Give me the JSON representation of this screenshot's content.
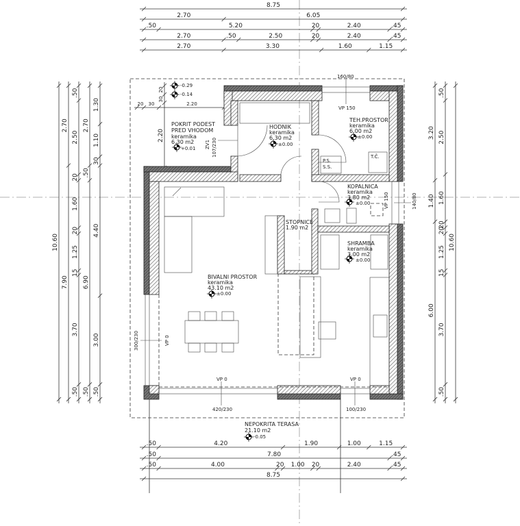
{
  "dimensions": {
    "top": [
      [
        "8.75"
      ],
      [
        "2.70",
        "6.05"
      ],
      [
        ".50",
        "5.20",
        "20",
        "2.40",
        ".45"
      ],
      [
        "2.70",
        ".50",
        "2.50",
        "20",
        "2.40",
        ".45"
      ],
      [
        "2.70",
        "3.30",
        "1.60",
        "1.15"
      ]
    ],
    "bottom": [
      [
        ".50",
        "4.20",
        "1.90",
        "1.00",
        "1.15"
      ],
      [
        ".50",
        "7.80",
        ".45"
      ],
      [
        ".50",
        "4.00",
        "20",
        "1.00",
        "20",
        "2.40",
        ".45"
      ],
      [
        "8.75"
      ]
    ],
    "left": [
      [
        "10.60"
      ],
      [
        "2.70",
        "7.90"
      ],
      [
        ".50",
        "2.50",
        "20",
        "1.60",
        "20",
        "1.25",
        "15",
        "3.70",
        ".50"
      ],
      [
        "2.70",
        ".50",
        "6.90",
        ".50"
      ],
      [
        "1.30",
        "1.10",
        "30",
        "4.40",
        "3.00",
        ".50"
      ]
    ],
    "right": [
      [
        "3.20",
        "1.40",
        "6.00"
      ],
      [
        ".50",
        "2.50",
        "1.60",
        "20",
        "20",
        "1.25",
        "15",
        "3.70",
        ".50"
      ],
      [
        "10.60"
      ]
    ],
    "porch_dims": [
      "20",
      "30",
      "2.20",
      "2.20",
      "30",
      "20"
    ]
  },
  "rooms": {
    "porch": {
      "name1": "POKRIT PODEST",
      "name2": "PRED VHODOM",
      "floor": "keramika",
      "area": "6.30 m2",
      "level": "+0.01"
    },
    "hall": {
      "name": "HODNIK",
      "floor": "keramika",
      "area": "6.30 m2",
      "level": "±0.00"
    },
    "tech": {
      "name": "TEH.PROSTOR",
      "floor": "keramika",
      "area": "6.00 m2",
      "level": "±0.00"
    },
    "bath": {
      "name": "KOPALNICA",
      "floor": "keramika",
      "area": "3.80 m2",
      "level": "±0.00"
    },
    "stairs": {
      "name": "STOPNICE",
      "area": "1.90 m2"
    },
    "storage": {
      "name": "SHRAMBA",
      "floor": "keramika",
      "area": "3.00 m2",
      "level": "±0.00"
    },
    "living": {
      "name": "BIVALNI PROSTOR",
      "floor": "keramika",
      "area": "43.10 m2",
      "level": "±0.00"
    },
    "terrace": {
      "name": "NEPOKRITA TERASA",
      "area": "21.10 m2",
      "level": "-0.05"
    }
  },
  "levels": {
    "step1": "-0.29",
    "step2": "-0.14"
  },
  "openings": {
    "top_window": "160/80",
    "top_window_vp": "VP 150",
    "entrance_door": "ZV1",
    "entrance_size": "107/230",
    "bath_window_vp": "VP 150",
    "bath_window": "140/80",
    "left_door_vp": "VP 0",
    "left_door": "300/230",
    "bottom_left_vp": "VP 0",
    "bottom_left": "420/230",
    "bottom_right_vp": "VP 0",
    "bottom_right": "100/230"
  },
  "equipment": {
    "ps": "P.S.",
    "ss": "S.S.",
    "tc": "T.Č."
  }
}
